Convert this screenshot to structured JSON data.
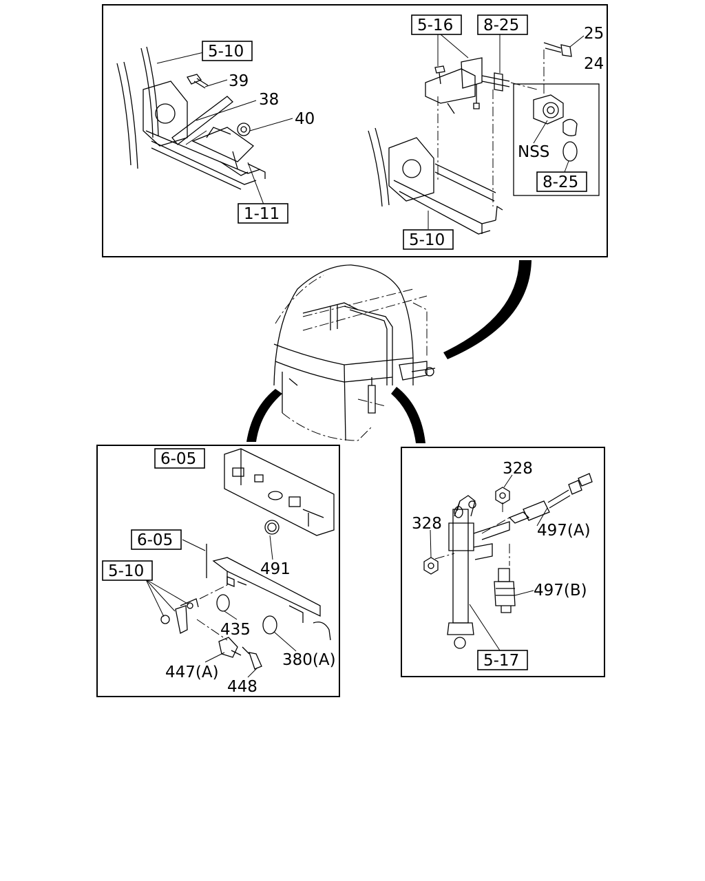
{
  "panels": {
    "top": {
      "labels": {
        "ref_5_10_a": "5-10",
        "p39": "39",
        "p38": "38",
        "p40": "40",
        "ref_1_11": "1-11",
        "ref_5_16": "5-16",
        "ref_8_25_a": "8-25",
        "p25": "25",
        "p24": "24",
        "nss": "NSS",
        "ref_8_25_b": "8-25",
        "ref_5_10_b": "5-10"
      }
    },
    "bottom_left": {
      "labels": {
        "ref_6_05_a": "6-05",
        "p491": "491",
        "ref_6_05_b": "6-05",
        "ref_5_10": "5-10",
        "p435": "435",
        "p380a": "380(A)",
        "p447a": "447(A)",
        "p448": "448"
      }
    },
    "bottom_right": {
      "labels": {
        "p328_top": "328",
        "p328_left": "328",
        "p497a": "497(A)",
        "p497b": "497(B)",
        "ref_5_17": "5-17"
      }
    }
  }
}
